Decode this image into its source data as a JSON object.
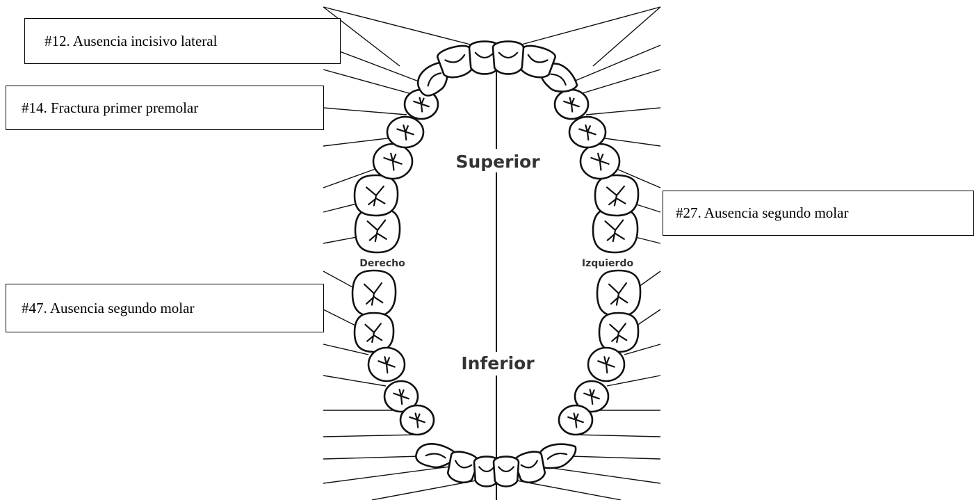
{
  "arch_labels": {
    "upper": "Superior",
    "lower": "Inferior",
    "right": "Derecho",
    "left": "Izquierdo"
  },
  "callouts": {
    "c12": "#12. Ausencia incisivo lateral",
    "c14": "#14. Fractura primer premolar",
    "c27": "#27. Ausencia segundo molar",
    "c47": "#47. Ausencia segundo molar"
  },
  "icons": [
    "upper-arch",
    "lower-arch",
    "tooth"
  ]
}
